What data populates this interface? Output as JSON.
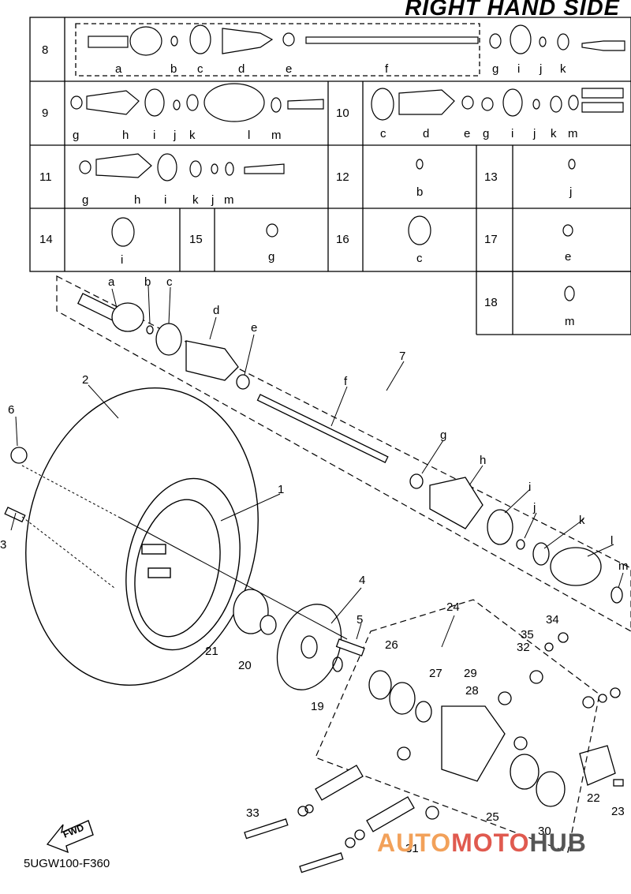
{
  "title": "RIGHT HAND SIDE",
  "diagram_code": "5UGW100-F360",
  "fwd_label": "FWD",
  "watermark": {
    "part1": "AUTO",
    "part2": "MOTO",
    "part3": "HUB"
  },
  "table": {
    "rows": [
      {
        "num": "8",
        "letters": [
          "a",
          "b",
          "c",
          "d",
          "e",
          "f",
          "g",
          "i",
          "j",
          "k"
        ]
      },
      {
        "num": "9",
        "letters": [
          "g",
          "h",
          "i",
          "j",
          "k",
          "l",
          "m"
        ]
      },
      {
        "num": "10",
        "letters": [
          "c",
          "d",
          "e",
          "g",
          "i",
          "j",
          "k",
          "m"
        ]
      },
      {
        "num": "11",
        "letters": [
          "g",
          "h",
          "i",
          "k",
          "j",
          "m"
        ]
      },
      {
        "num": "12",
        "letters": [
          "b"
        ]
      },
      {
        "num": "13",
        "letters": [
          "j"
        ]
      },
      {
        "num": "14",
        "letters": [
          "i"
        ]
      },
      {
        "num": "15",
        "letters": [
          "g"
        ]
      },
      {
        "num": "16",
        "letters": [
          "c"
        ]
      },
      {
        "num": "17",
        "letters": [
          "e"
        ]
      },
      {
        "num": "18",
        "letters": [
          "m"
        ]
      }
    ]
  },
  "callouts": {
    "shaft_letters": [
      "a",
      "b",
      "c",
      "d",
      "e",
      "f",
      "g",
      "h",
      "i",
      "j",
      "k",
      "l",
      "m"
    ],
    "numbers": [
      "1",
      "2",
      "3",
      "4",
      "5",
      "6",
      "7",
      "19",
      "20",
      "21",
      "22",
      "23",
      "24",
      "25",
      "26",
      "27",
      "28",
      "29",
      "30",
      "31",
      "32",
      "33",
      "34",
      "35"
    ]
  }
}
